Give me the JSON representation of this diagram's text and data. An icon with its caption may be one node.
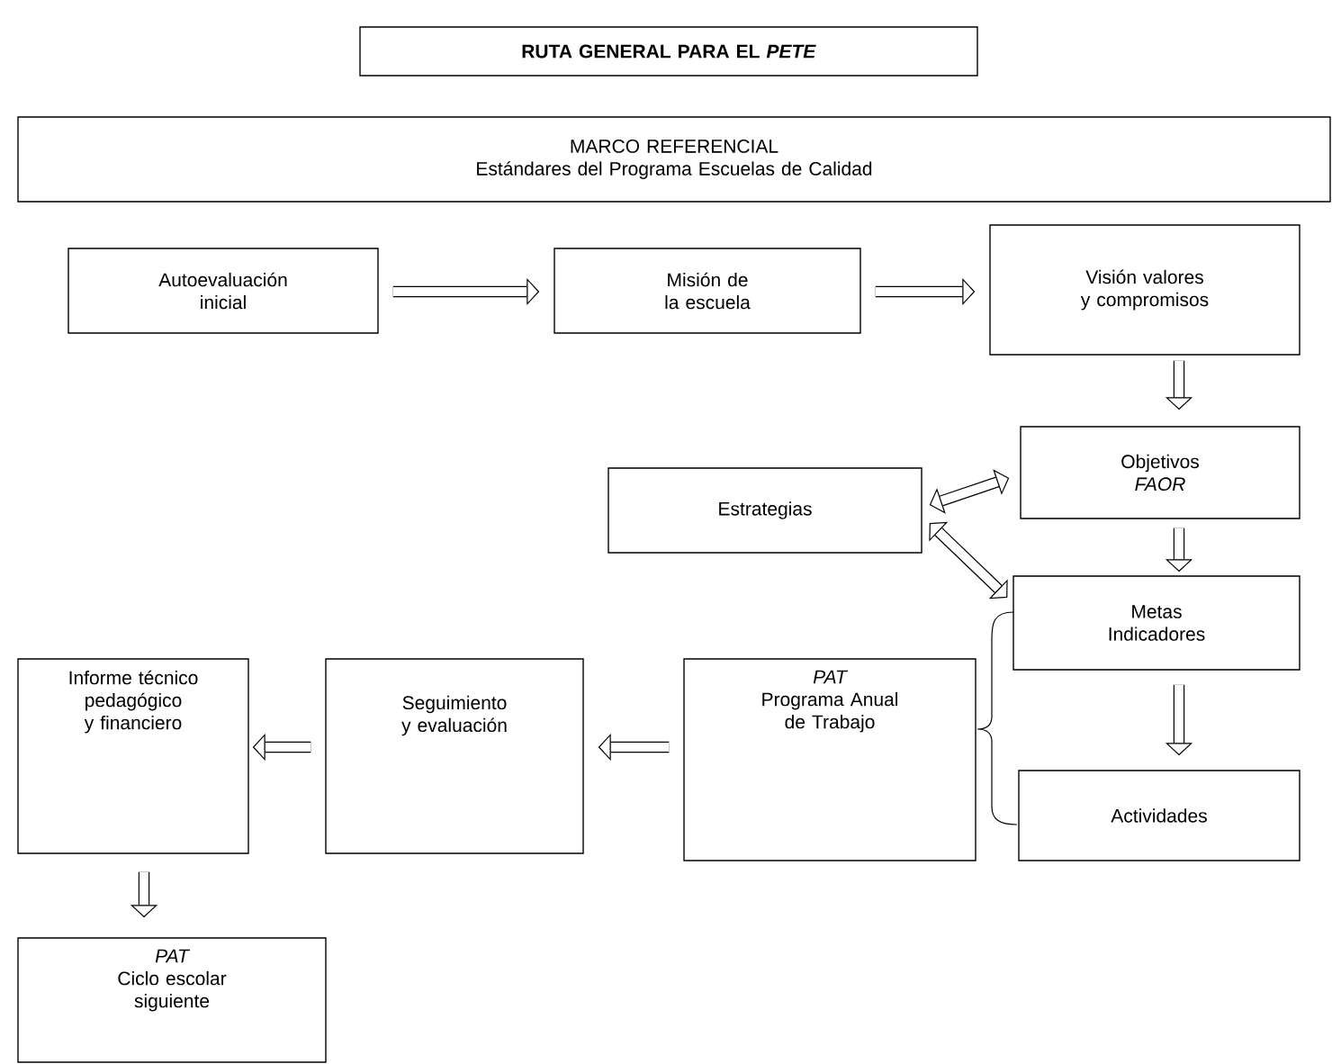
{
  "diagram": {
    "nodes": [
      {
        "text": [
          "RUTA GENERAL PARA EL *PETE*"
        ]
      },
      {
        "text": [
          "MARCO REFERENCIAL",
          "Estándares del Programa Escuelas de Calidad"
        ]
      },
      {
        "text": [
          "Autoevaluación inicial"
        ]
      },
      {
        "text": [
          "Misión de la escuela"
        ]
      },
      {
        "text": [
          "Visión valores y compromisos"
        ]
      },
      {
        "text": [
          "Objetivos",
          "FAOR"
        ]
      },
      {
        "text": [
          "Estrategias"
        ]
      },
      {
        "text": [
          "Metas Indicadores"
        ]
      },
      {
        "text": [
          "Actividades"
        ]
      },
      {
        "text": [
          "PAT",
          "Programa Anual de Trabajo"
        ]
      },
      {
        "text": [
          "Seguimiento y evaluación"
        ]
      },
      {
        "text": [
          "Informe técnico pedagógico y financiero"
        ]
      },
      {
        "text": [
          "PAT",
          "Ciclo escolar siguiente"
        ]
      }
    ],
    "edges": [
      {
        "from": 2,
        "to": 3,
        "arrow": "to"
      },
      {
        "from": 3,
        "to": 4,
        "arrow": "to"
      },
      {
        "from": 4,
        "to": 5,
        "arrow": "to"
      },
      {
        "from": 6,
        "to": 5,
        "arrow": "both"
      },
      {
        "from": 6,
        "to": 7,
        "arrow": "both"
      },
      {
        "from": 5,
        "to": 7,
        "arrow": "to"
      },
      {
        "from": 7,
        "to": 8,
        "arrow": "to"
      },
      {
        "from": 9,
        "to": 10,
        "arrow": "to"
      },
      {
        "from": 10,
        "to": 11,
        "arrow": "to"
      },
      {
        "from": 11,
        "to": 12,
        "arrow": "to"
      }
    ]
  }
}
